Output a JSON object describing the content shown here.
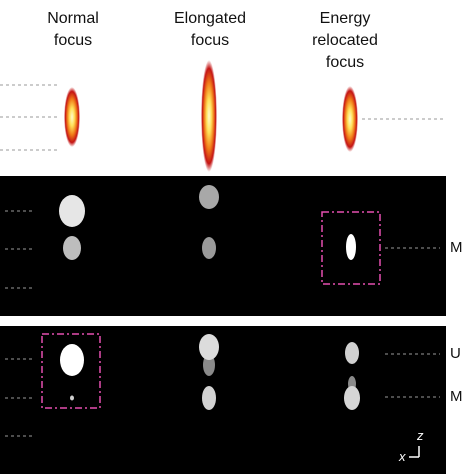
{
  "columns": [
    {
      "title": "Normal\nfocus"
    },
    {
      "title": "Elongated\nfocus"
    },
    {
      "title": "Energy\nrelocated\nfocus"
    }
  ],
  "row_labels": {
    "middle_panel_right": "M",
    "bottom_panel_upper": "U",
    "bottom_panel_lower": "M"
  },
  "axes_indicator": {
    "vertical": "z",
    "horizontal": "x"
  },
  "colors": {
    "panel_background": "#000000",
    "highlight_box": "#e64fb0",
    "dashed_guides": "#9a9a9a",
    "focus_core": "#fff8c0",
    "focus_edge": "#c01010"
  }
}
